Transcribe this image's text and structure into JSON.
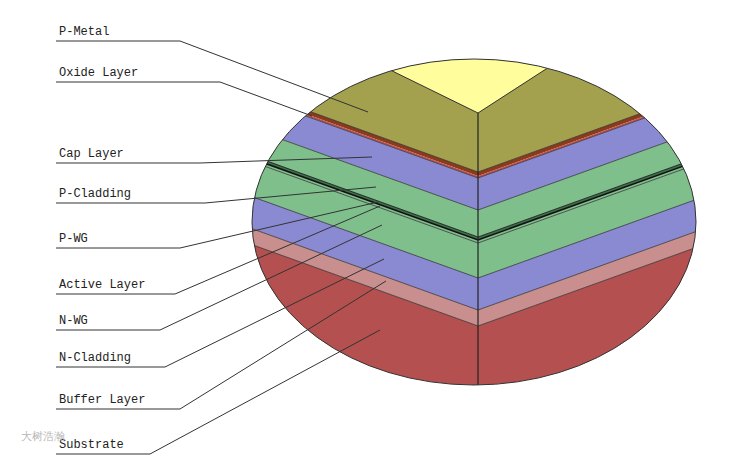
{
  "diagram": {
    "labels": [
      "P-Metal",
      "Oxide Layer",
      "Cap Layer",
      "P-Cladding",
      "P-WG",
      "Active Layer",
      "N-WG",
      "N-Cladding",
      "Buffer Layer",
      "Substrate",
      "大树浩瀚"
    ]
  }
}
